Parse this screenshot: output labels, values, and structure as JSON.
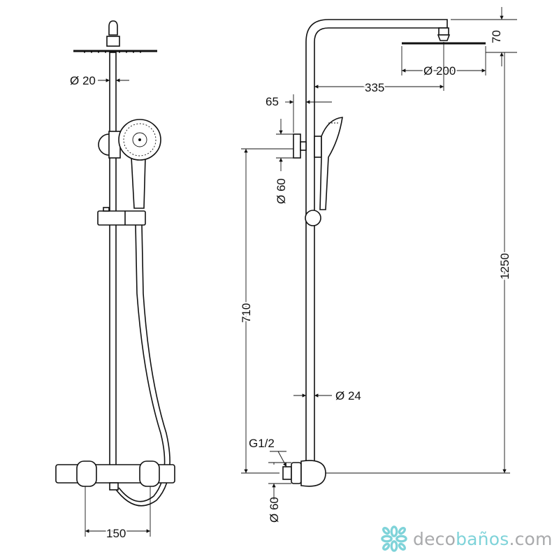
{
  "front_view": {
    "rod_diameter": "Ø 20",
    "spacing": "150"
  },
  "side_view": {
    "arm_height": "70",
    "head_diameter": "Ø 200",
    "arm_reach": "335",
    "wall_offset": "65",
    "wall_bracket_diameter": "Ø 60",
    "bracket_height": "710",
    "total_height": "1250",
    "pipe_diameter": "Ø 24",
    "inlet_thread": "G1/2",
    "inlet_diameter": "Ø 60"
  },
  "logo": {
    "text_part1": "deco",
    "text_part2": "baños",
    "text_part3": ".com",
    "colors": {
      "gray": "#a9aaac",
      "teal": "#7fd3d9"
    }
  }
}
